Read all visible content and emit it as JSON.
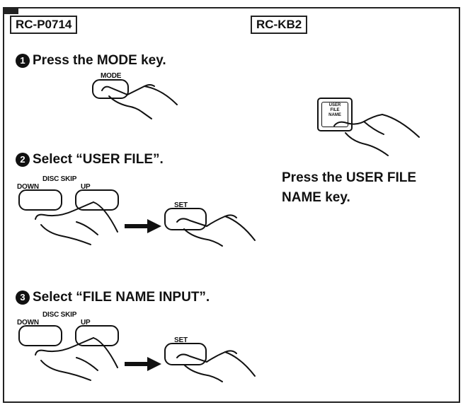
{
  "labels": {
    "left_model": "RC-P0714",
    "right_model": "RC-KB2"
  },
  "steps": [
    {
      "number": "1",
      "text": "Press the MODE key.",
      "keys": [
        "MODE"
      ]
    },
    {
      "number": "2",
      "text": "Select “USER FILE”.",
      "group_label": "DISC SKIP",
      "keys": [
        "DOWN",
        "UP",
        "SET"
      ]
    },
    {
      "number": "3",
      "text": "Select “FILE NAME INPUT”.",
      "group_label": "DISC SKIP",
      "keys": [
        "DOWN",
        "UP",
        "SET"
      ]
    }
  ],
  "keyboard": {
    "key_label_lines": [
      "USER",
      "FILE",
      "NAME"
    ],
    "instruction_line1": "Press the USER FILE",
    "instruction_line2": "NAME key."
  },
  "icons": [
    "finger-hand-icon",
    "right-arrow-icon"
  ]
}
